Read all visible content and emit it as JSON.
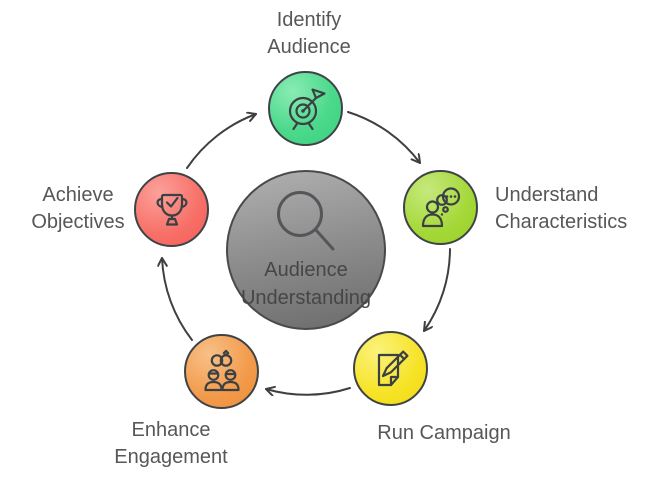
{
  "diagram": {
    "title": "Audience Understanding cycle",
    "background": "#ffffff",
    "arrow_color": "#3f3f3f",
    "label_text_color": "#575757",
    "node_outline_color": "#3e4347",
    "center": {
      "icon": "magnifier-icon",
      "lines": [
        "Audience",
        "Understanding"
      ],
      "fill_light": "#b1b1b1",
      "fill_dark": "#6b6b6b",
      "text_color": "#464646"
    },
    "steps": [
      {
        "id": "identify-audience",
        "lines": [
          "Identify",
          "Audience"
        ],
        "icon": "target-dart-icon",
        "color": "#4cd98c"
      },
      {
        "id": "understand-characteristics",
        "lines": [
          "Understand",
          "Characteristics"
        ],
        "icon": "person-thought-icon",
        "color": "#a4d837"
      },
      {
        "id": "run-campaign",
        "lines": [
          "Run Campaign"
        ],
        "icon": "note-pencil-icon",
        "color": "#f6e326"
      },
      {
        "id": "enhance-engagement",
        "lines": [
          "Enhance",
          "Engagement"
        ],
        "icon": "people-rings-icon",
        "color": "#f29a4a"
      },
      {
        "id": "achieve-objectives",
        "lines": [
          "Achieve",
          "Objectives"
        ],
        "icon": "trophy-check-icon",
        "color": "#f76f67"
      }
    ]
  }
}
